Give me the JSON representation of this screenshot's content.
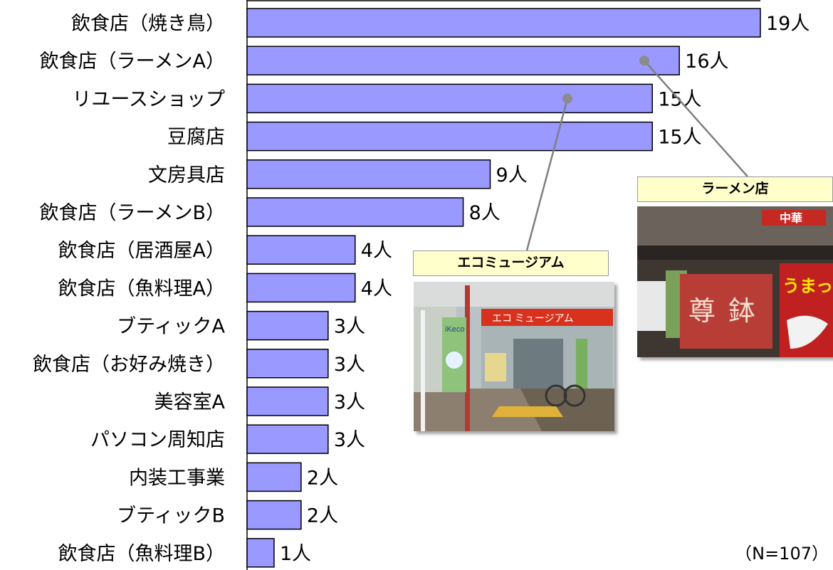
{
  "chart_data": {
    "type": "bar",
    "orientation": "horizontal",
    "categories": [
      "飲食店（焼き鳥）",
      "飲食店（ラーメンA）",
      "リユースショップ",
      "豆腐店",
      "文房具店",
      "飲食店（ラーメンB）",
      "飲食店（居酒屋A）",
      "飲食店（魚料理A）",
      "ブティックA",
      "飲食店（お好み焼き）",
      "美容室A",
      "パソコン周知店",
      "内装工事業",
      "ブティックB",
      "飲食店（魚料理B）"
    ],
    "values": [
      19,
      16,
      15,
      15,
      9,
      8,
      4,
      4,
      3,
      3,
      3,
      3,
      2,
      2,
      1
    ],
    "value_labels": [
      "19人",
      "16人",
      "15人",
      "15人",
      "9人",
      "8人",
      "4人",
      "4人",
      "3人",
      "3人",
      "3人",
      "3人",
      "2人",
      "2人",
      "1人"
    ],
    "xlim": [
      0,
      19
    ],
    "bar_color": "#9999ff",
    "note": "（N=107）"
  },
  "callouts": [
    {
      "title": "エコミュージアム",
      "banner_text": "エコ ミュージアム",
      "flag_text": "iKeco"
    },
    {
      "title": "ラーメン店",
      "sign_text": "中華",
      "noren_text_1": "尊",
      "noren_text_2": "鉢",
      "noren_text_3": "うまっ!"
    }
  ]
}
